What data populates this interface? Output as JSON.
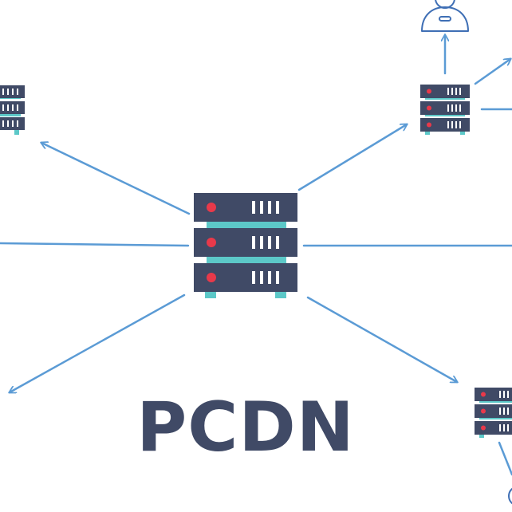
{
  "title": "PCDN",
  "colors": {
    "server_body": "#404a66",
    "server_stripe": "#5cc8c8",
    "server_led": "#e8394a",
    "server_vent": "#ffffff",
    "arrow": "#5b9bd5",
    "user_outline": "#3f6fb5",
    "title": "#404a66",
    "background": "#ffffff"
  },
  "nodes": [
    {
      "name": "central-server",
      "icon": "server-rack-icon"
    },
    {
      "name": "edge-server-top-left",
      "icon": "server-rack-icon"
    },
    {
      "name": "edge-server-top-right",
      "icon": "server-rack-icon"
    },
    {
      "name": "edge-server-bottom-right",
      "icon": "server-rack-icon"
    },
    {
      "name": "user-top",
      "icon": "user-icon"
    },
    {
      "name": "user-bottom-right",
      "icon": "user-icon"
    }
  ]
}
